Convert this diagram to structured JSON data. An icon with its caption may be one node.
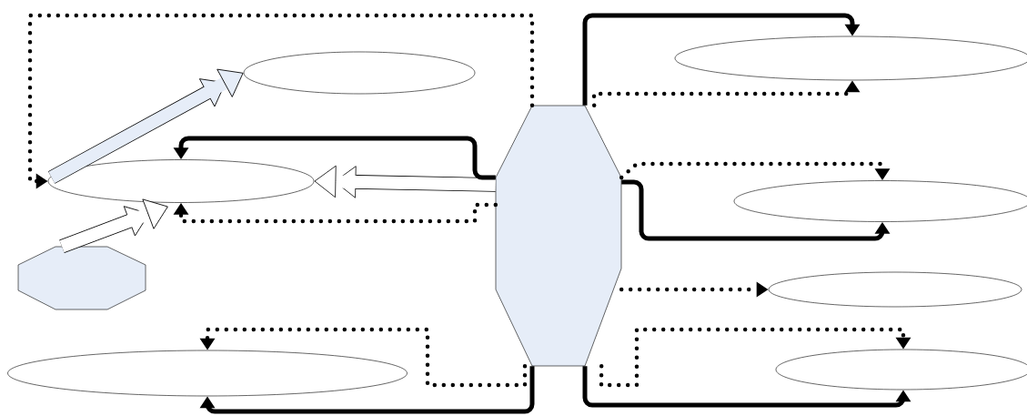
{
  "diagram": {
    "nodes": [
      {
        "text": [],
        "shape": "octagon"
      },
      {
        "text": [],
        "shape": "ellipse"
      },
      {
        "text": [],
        "shape": "ellipse"
      },
      {
        "text": [],
        "shape": "octagon"
      },
      {
        "text": [],
        "shape": "ellipse"
      },
      {
        "text": [],
        "shape": "ellipse"
      },
      {
        "text": [],
        "shape": "ellipse"
      },
      {
        "text": [],
        "shape": "ellipse"
      },
      {
        "text": [],
        "shape": "ellipse"
      }
    ],
    "edges": [
      {
        "from": 0,
        "to": 2,
        "arrow": "to",
        "style": "dashed"
      },
      {
        "from": 2,
        "to": 1,
        "arrow": "to",
        "style": "thick",
        "color": "#e6edf8"
      },
      {
        "from": 0,
        "to": 2,
        "arrow": "to",
        "style": "thick",
        "color": "#ffffff"
      },
      {
        "from": 3,
        "to": 2,
        "arrow": "to",
        "style": "thick",
        "color": "#ffffff"
      },
      {
        "from": 0,
        "to": 2,
        "arrow": "to"
      },
      {
        "from": 0,
        "to": 2,
        "arrow": "to",
        "style": "dashed"
      },
      {
        "from": 0,
        "to": 5,
        "arrow": "to"
      },
      {
        "from": 0,
        "to": 5,
        "arrow": "to",
        "style": "dashed"
      },
      {
        "from": 0,
        "to": 6,
        "arrow": "to",
        "style": "dashed"
      },
      {
        "from": 0,
        "to": 6,
        "arrow": "to"
      },
      {
        "from": 0,
        "to": 7,
        "arrow": "to",
        "style": "dashed"
      },
      {
        "from": 0,
        "to": 8,
        "arrow": "to",
        "style": "dashed"
      },
      {
        "from": 0,
        "to": 8,
        "arrow": "to"
      },
      {
        "from": 0,
        "to": 4,
        "arrow": "to",
        "style": "dashed"
      },
      {
        "from": 0,
        "to": 4,
        "arrow": "to"
      }
    ]
  }
}
